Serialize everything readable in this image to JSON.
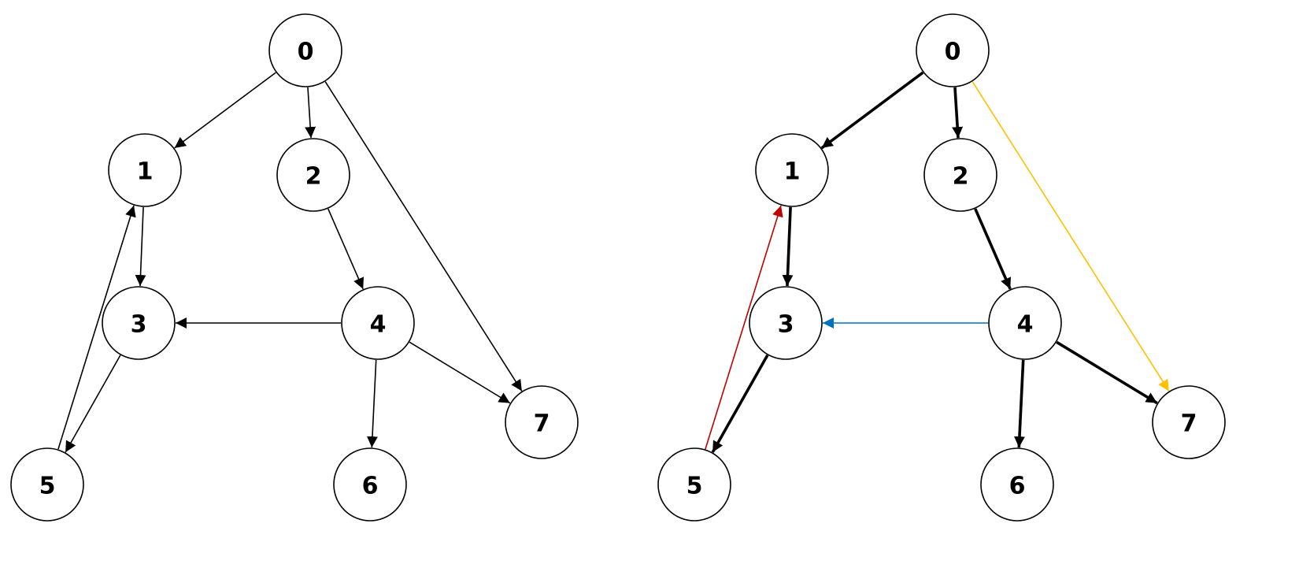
{
  "graphs": [
    {
      "nodes": [
        {
          "id": "0",
          "label": "0"
        },
        {
          "id": "1",
          "label": "1"
        },
        {
          "id": "2",
          "label": "2"
        },
        {
          "id": "3",
          "label": "3"
        },
        {
          "id": "4",
          "label": "4"
        },
        {
          "id": "5",
          "label": "5"
        },
        {
          "id": "6",
          "label": "6"
        },
        {
          "id": "7",
          "label": "7"
        }
      ],
      "edges": [
        {
          "from": "0",
          "to": "1",
          "kind": "plain"
        },
        {
          "from": "0",
          "to": "2",
          "kind": "plain"
        },
        {
          "from": "0",
          "to": "7",
          "kind": "plain"
        },
        {
          "from": "1",
          "to": "3",
          "kind": "plain"
        },
        {
          "from": "2",
          "to": "4",
          "kind": "plain"
        },
        {
          "from": "3",
          "to": "5",
          "kind": "plain"
        },
        {
          "from": "4",
          "to": "3",
          "kind": "plain"
        },
        {
          "from": "4",
          "to": "6",
          "kind": "plain"
        },
        {
          "from": "4",
          "to": "7",
          "kind": "plain"
        },
        {
          "from": "5",
          "to": "1",
          "kind": "plain"
        }
      ]
    },
    {
      "nodes": [
        {
          "id": "0",
          "label": "0"
        },
        {
          "id": "1",
          "label": "1"
        },
        {
          "id": "2",
          "label": "2"
        },
        {
          "id": "3",
          "label": "3"
        },
        {
          "id": "4",
          "label": "4"
        },
        {
          "id": "5",
          "label": "5"
        },
        {
          "id": "6",
          "label": "6"
        },
        {
          "id": "7",
          "label": "7"
        }
      ],
      "edges": [
        {
          "from": "0",
          "to": "1",
          "kind": "tree"
        },
        {
          "from": "0",
          "to": "2",
          "kind": "tree"
        },
        {
          "from": "0",
          "to": "7",
          "kind": "forward"
        },
        {
          "from": "1",
          "to": "3",
          "kind": "tree"
        },
        {
          "from": "2",
          "to": "4",
          "kind": "tree"
        },
        {
          "from": "3",
          "to": "5",
          "kind": "tree"
        },
        {
          "from": "4",
          "to": "3",
          "kind": "cross"
        },
        {
          "from": "4",
          "to": "6",
          "kind": "tree"
        },
        {
          "from": "4",
          "to": "7",
          "kind": "tree"
        },
        {
          "from": "5",
          "to": "1",
          "kind": "back"
        }
      ]
    }
  ],
  "edge_colors": {
    "plain": "#000000",
    "tree": "#000000",
    "forward": "#ffc000",
    "cross": "#0070c0",
    "back": "#c00000"
  }
}
